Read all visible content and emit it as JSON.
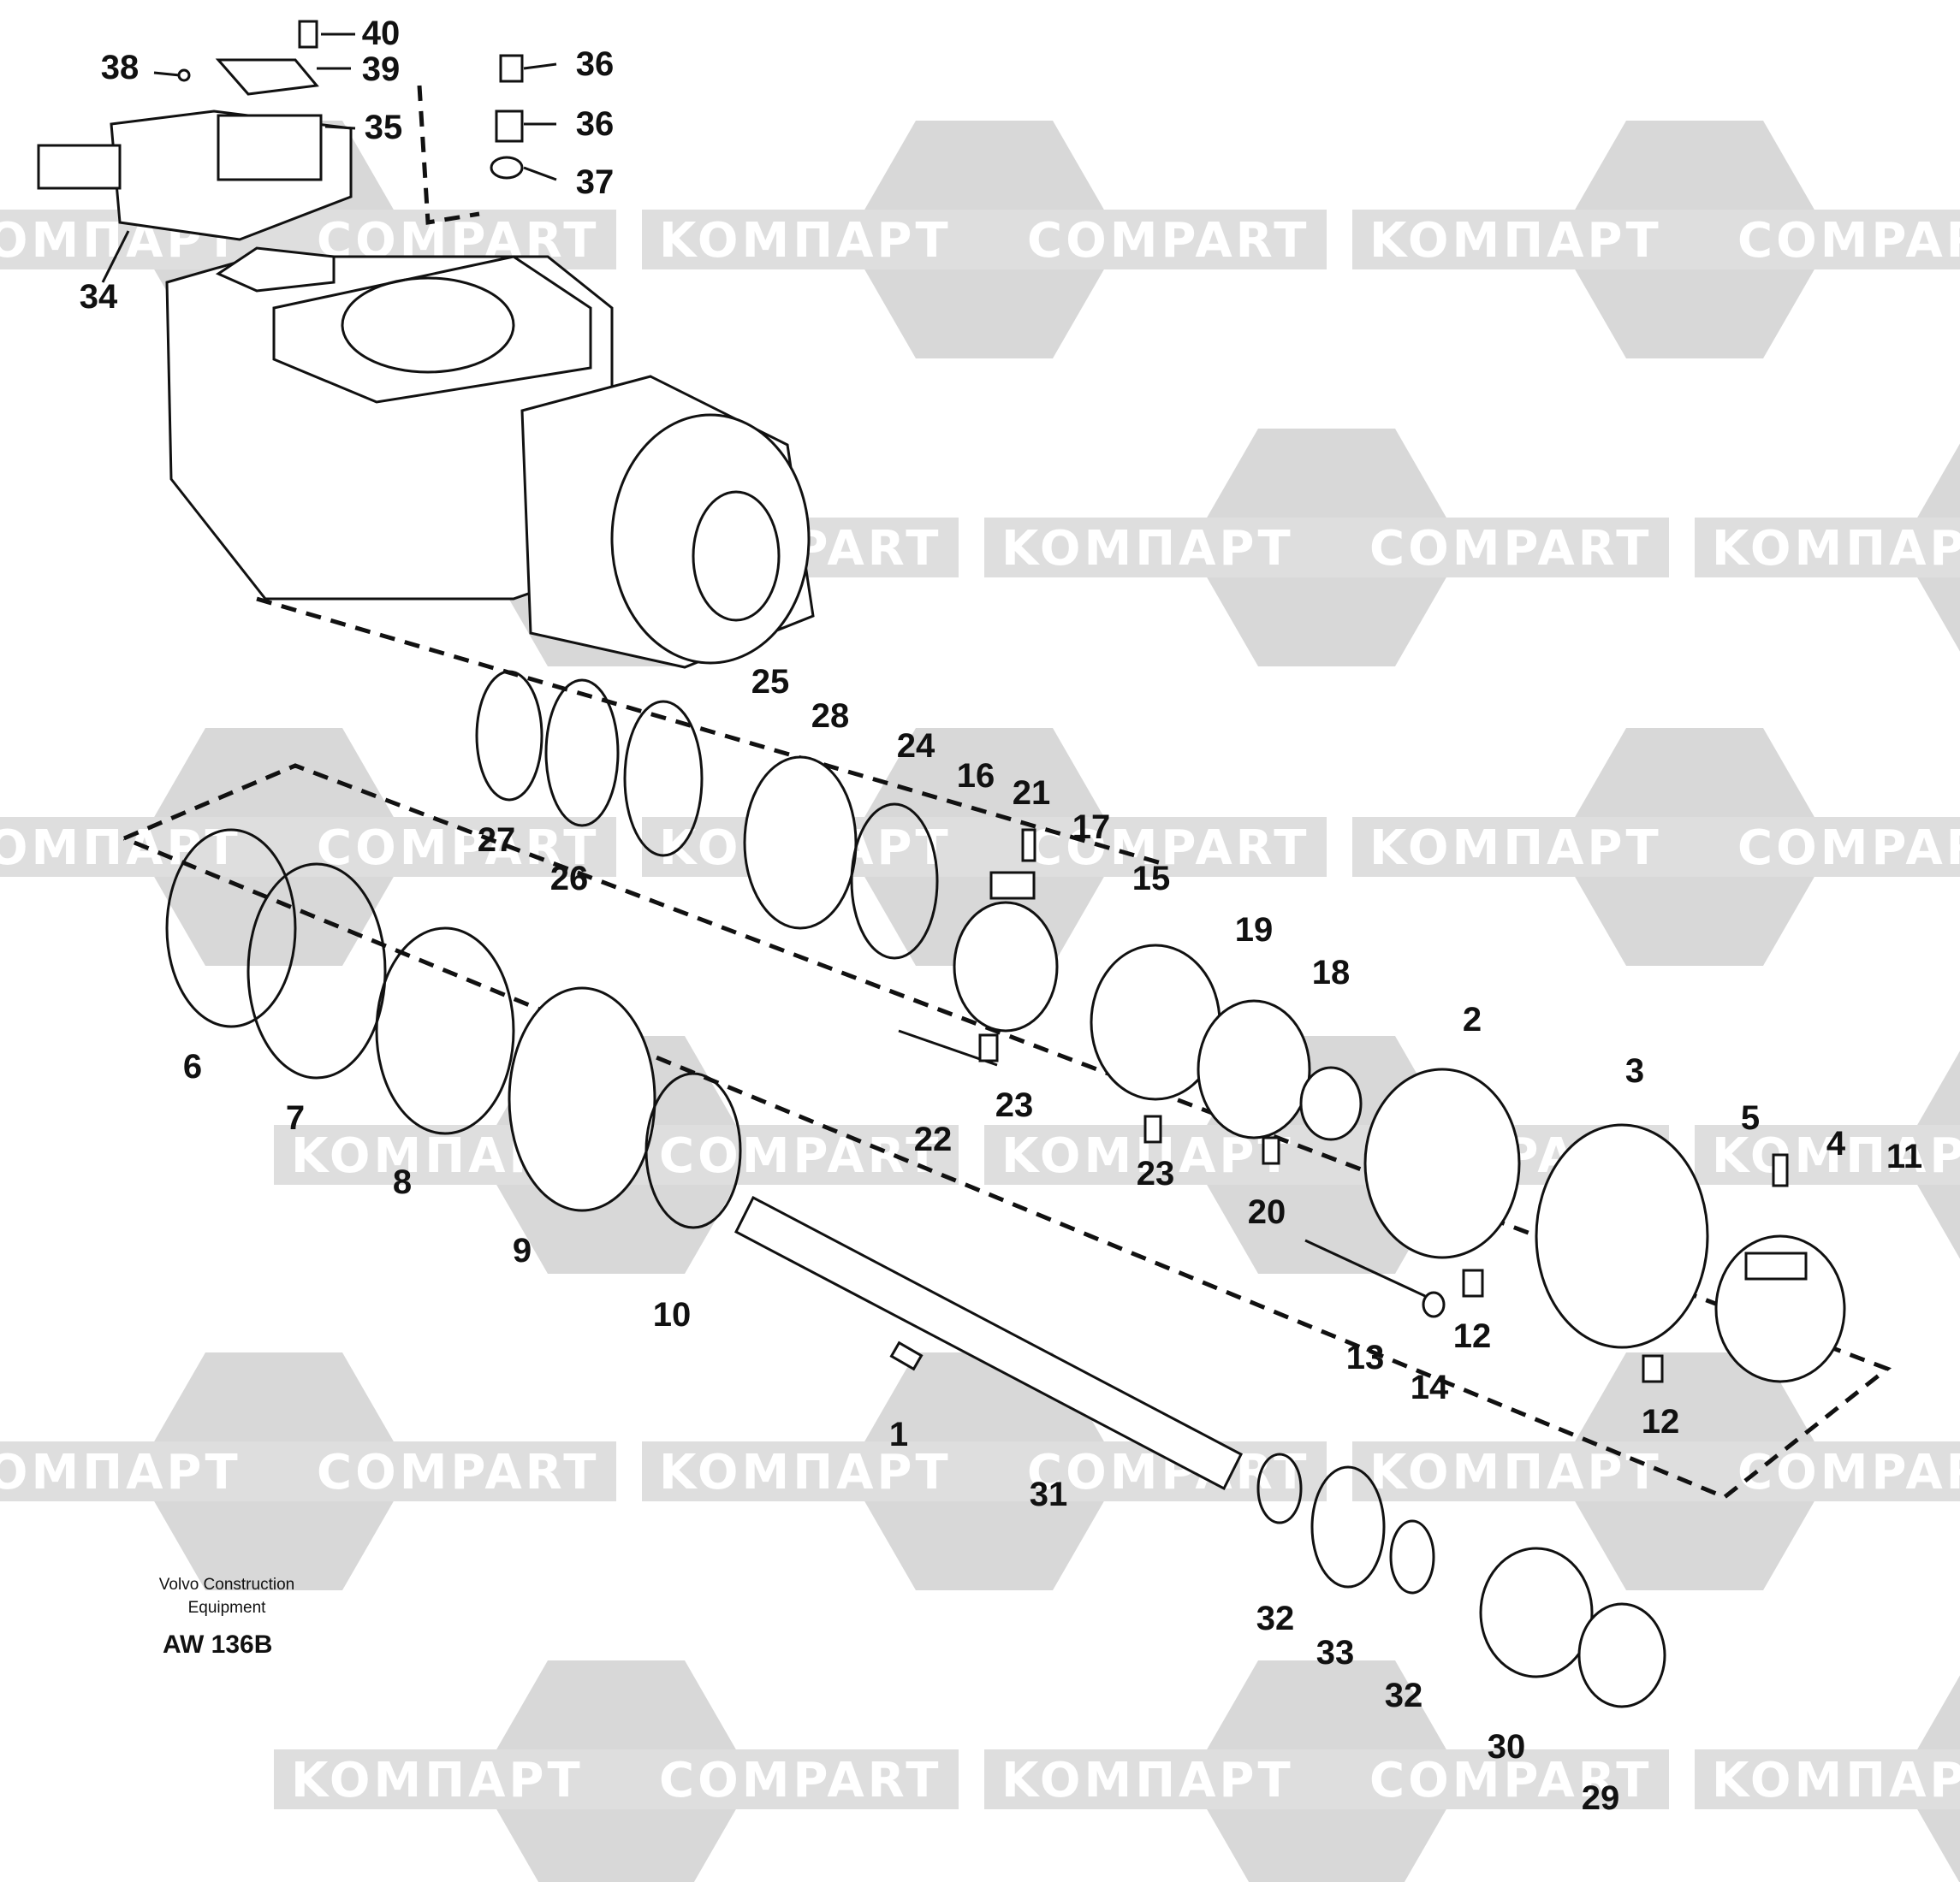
{
  "watermark": {
    "left_word": "KOMПAPT",
    "right_word": "COMPART",
    "fill": "#dedede",
    "tile_fill": "#d8d8d8"
  },
  "caption": {
    "line1": "Volvo Construction",
    "line2": "Equipment",
    "code": "AW 136B"
  },
  "callouts": [
    "40",
    "39",
    "38",
    "35",
    "36",
    "36",
    "37",
    "34",
    "25",
    "28",
    "24",
    "27",
    "26",
    "16",
    "21",
    "17",
    "15",
    "19",
    "18",
    "2",
    "3",
    "6",
    "7",
    "8",
    "9",
    "10",
    "22",
    "23",
    "23",
    "20",
    "5",
    "4",
    "11",
    "12",
    "12",
    "13",
    "14",
    "1",
    "31",
    "32",
    "33",
    "32",
    "30",
    "29"
  ],
  "colors": {
    "ink": "#111111",
    "paper": "#ffffff"
  }
}
